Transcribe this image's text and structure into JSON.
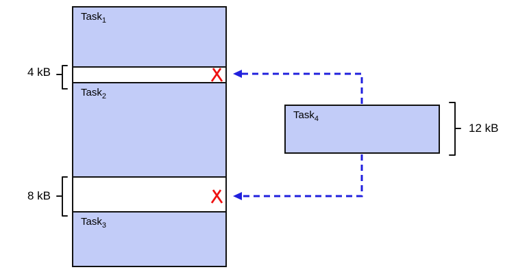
{
  "memory": {
    "blocks": [
      {
        "name": "Task",
        "sub": "1"
      },
      {
        "name": "Task",
        "sub": "2"
      },
      {
        "name": "Task",
        "sub": "3"
      }
    ],
    "gaps": [
      {
        "size": "4 kB"
      },
      {
        "size": "8 kB"
      }
    ]
  },
  "incoming_task": {
    "name": "Task",
    "sub": "4",
    "size": "12 kB"
  },
  "colors": {
    "block-fill": "#c2ccf8",
    "outline": "#111111",
    "reject-red": "#ee1111",
    "arrow-blue": "#2020dd"
  }
}
